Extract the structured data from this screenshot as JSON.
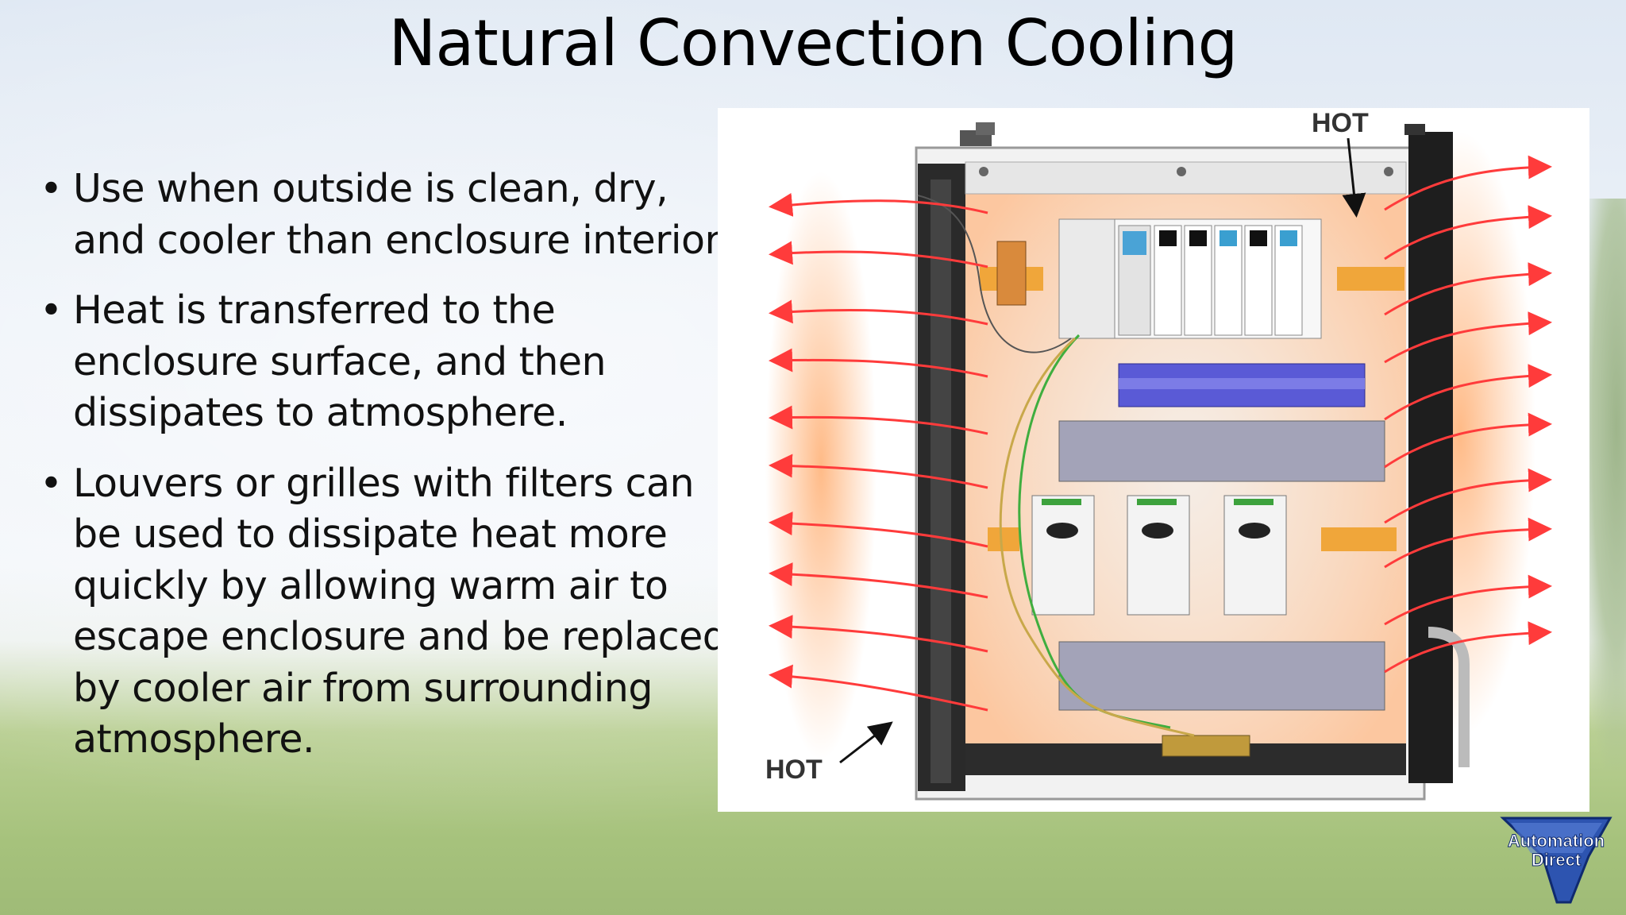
{
  "slide": {
    "title": "Natural Convection Cooling",
    "bullets": [
      "Use when outside is clean, dry, and cooler than enclosure interior.",
      "Heat is transferred to the enclosure surface, and then dissipates to atmosphere.",
      "Louvers or grilles with filters can be used to dissipate heat more quickly by allowing warm air to escape enclosure and be replaced by cooler air from surrounding atmosphere."
    ]
  },
  "diagram": {
    "label_top": "HOT",
    "label_bottom": "HOT",
    "arrow_color": "#ff3b3b",
    "heat_color": "#ffb37a"
  },
  "logo": {
    "line1": "Automation",
    "line2": "Direct",
    "color": "#1f3f8f"
  }
}
